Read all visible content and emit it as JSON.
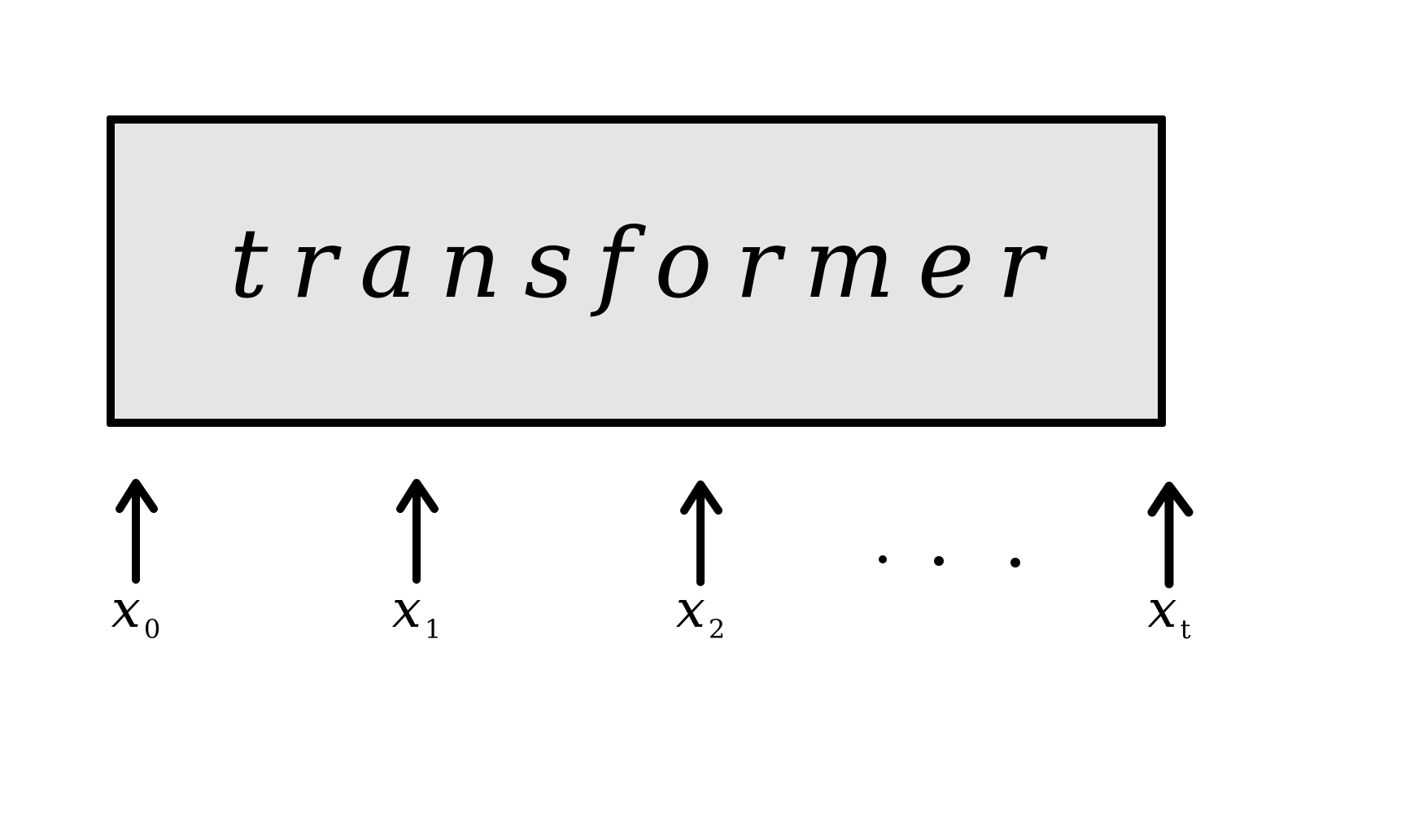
{
  "diagram": {
    "block": {
      "label": "transformer",
      "fill_color": "#e5e5e5",
      "stroke_color": "#000000"
    },
    "inputs": [
      {
        "symbol": "x",
        "subscript": "0"
      },
      {
        "symbol": "x",
        "subscript": "1"
      },
      {
        "symbol": "x",
        "subscript": "2"
      },
      {
        "symbol": "x",
        "subscript": "t"
      }
    ],
    "ellipsis_icon": "ellipsis-dots-icon",
    "arrow_icon": "up-arrow-icon"
  }
}
